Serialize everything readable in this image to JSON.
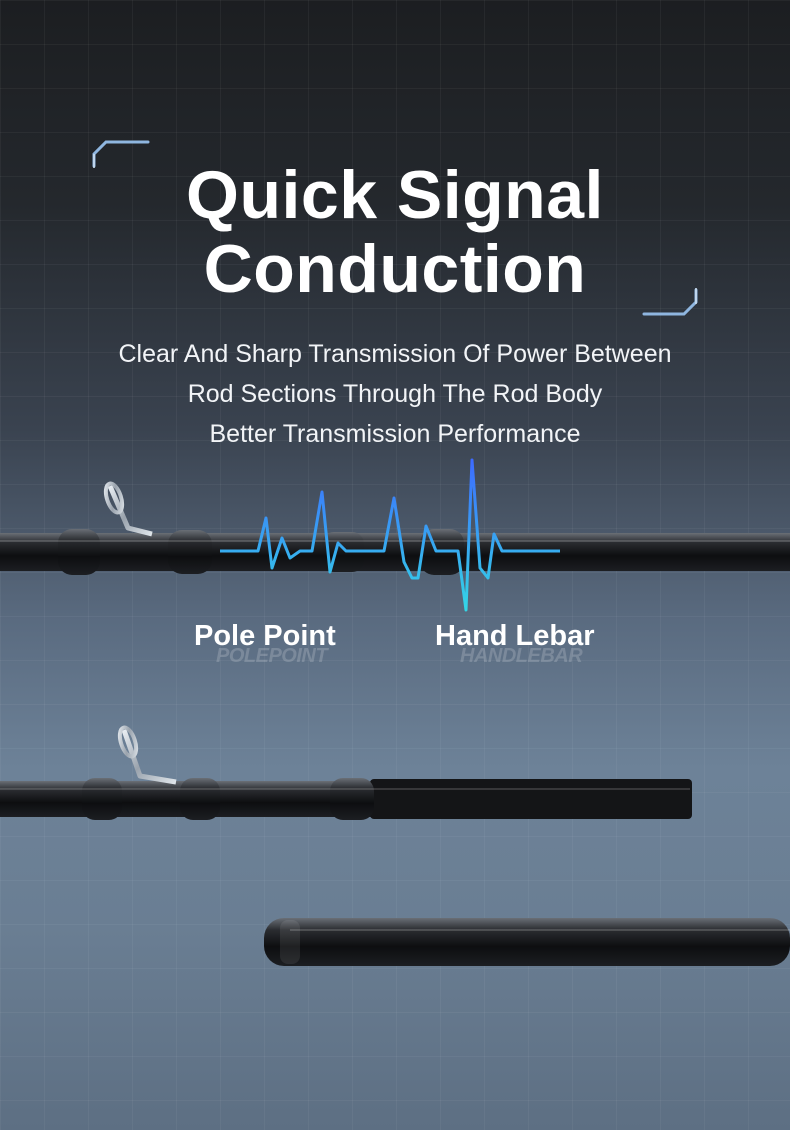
{
  "heading": {
    "line1": "Quick Signal",
    "line2": "Conduction"
  },
  "description": {
    "line1": "Clear And Sharp Transmission Of Power Between",
    "line2": "Rod Sections Through The Rod Body",
    "line3": "Better Transmission Performance"
  },
  "labels": {
    "pole_point": "Pole Point",
    "pole_point_ghost": "POLEPOINT",
    "hand_lebar": "Hand Lebar",
    "hand_lebar_ghost": "HANDLEBAR"
  },
  "colors": {
    "accent_blue": "#3d6bff",
    "accent_cyan": "#33d6e6",
    "bracket": "#8fb6e0"
  },
  "icons": [
    "corner-bracket-top-left",
    "corner-bracket-bottom-right",
    "signal-waveform",
    "rod-guide-ring"
  ]
}
